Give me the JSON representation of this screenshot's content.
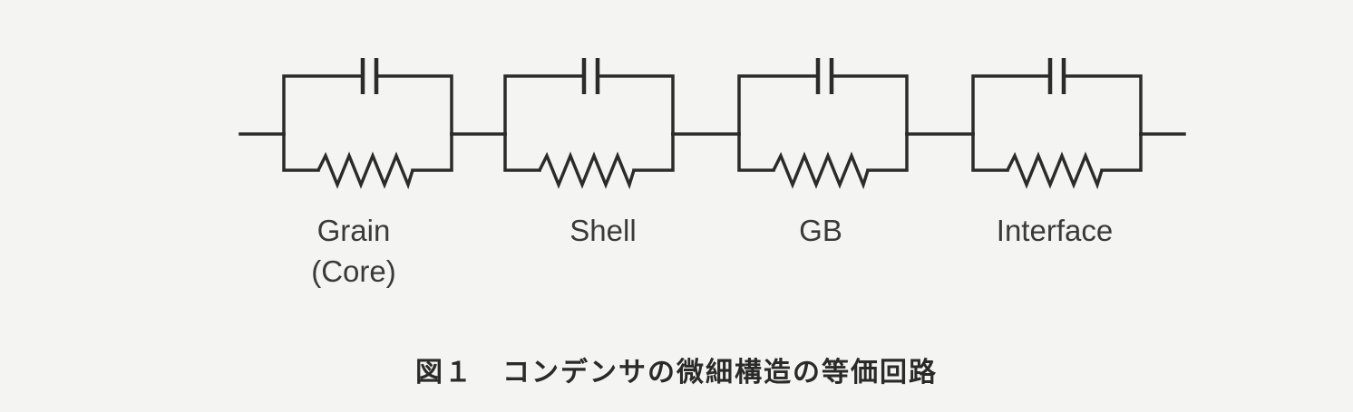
{
  "elements": [
    {
      "id": "grain",
      "label_line1": "Grain",
      "label_line2": "(Core)"
    },
    {
      "id": "shell",
      "label_line1": "Shell",
      "label_line2": ""
    },
    {
      "id": "gb",
      "label_line1": "GB",
      "label_line2": ""
    },
    {
      "id": "interface",
      "label_line1": "Interface",
      "label_line2": ""
    }
  ],
  "caption": "図１　コンデンサの微細構造の等価回路"
}
